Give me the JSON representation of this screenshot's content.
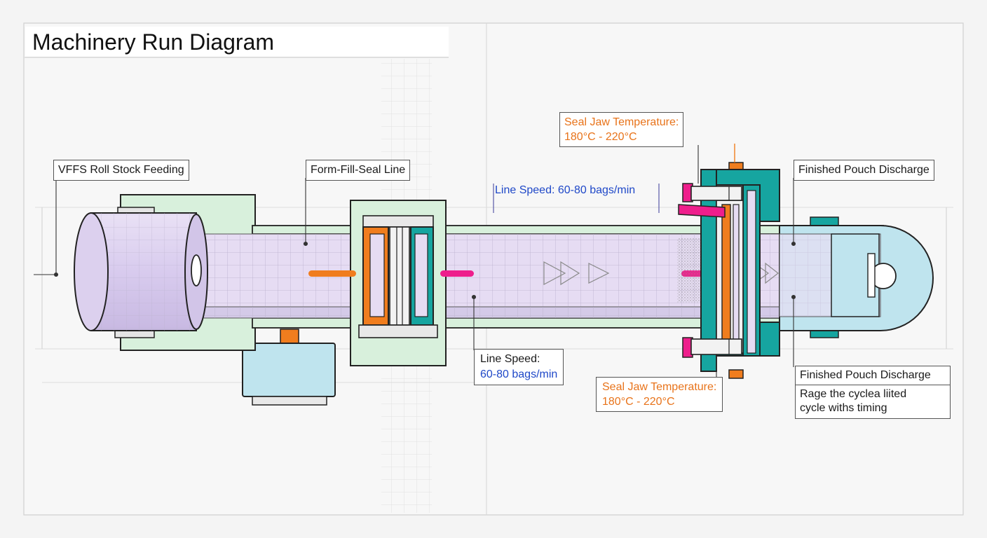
{
  "title": "Machinery Run Diagram",
  "labels": {
    "roll_stock": "VFFS Roll Stock Feeding",
    "form_fill_seal": "Form-Fill-Seal Line",
    "line_speed_top": "Line Speed: 60-80 bags/min",
    "seal_temp_top_title": "Seal Jaw Temperature:",
    "seal_temp_top_value": "180°C - 220°C",
    "discharge_top": "Finished Pouch Discharge",
    "line_speed_bottom_title": "Line Speed:",
    "line_speed_bottom_value": "60-80 bags/min",
    "seal_temp_bottom_title": "Seal Jaw Temperature:",
    "seal_temp_bottom_value": "180°C - 220°C",
    "discharge_bottom_title": "Finished Pouch Discharge",
    "discharge_bottom_line1": "Rage the cyclea liited",
    "discharge_bottom_line2": "cycle withs timing"
  },
  "colors": {
    "roll_fill": "#dcd0ee",
    "frame_green": "#d8f0dc",
    "orange": "#f07d1e",
    "teal": "#16a5a0",
    "magenta": "#ee1e8c",
    "light_blue": "#bfe4ee",
    "film": "#e6dcf3",
    "text_orange": "#e8731a",
    "text_blue": "#1f48c8"
  }
}
